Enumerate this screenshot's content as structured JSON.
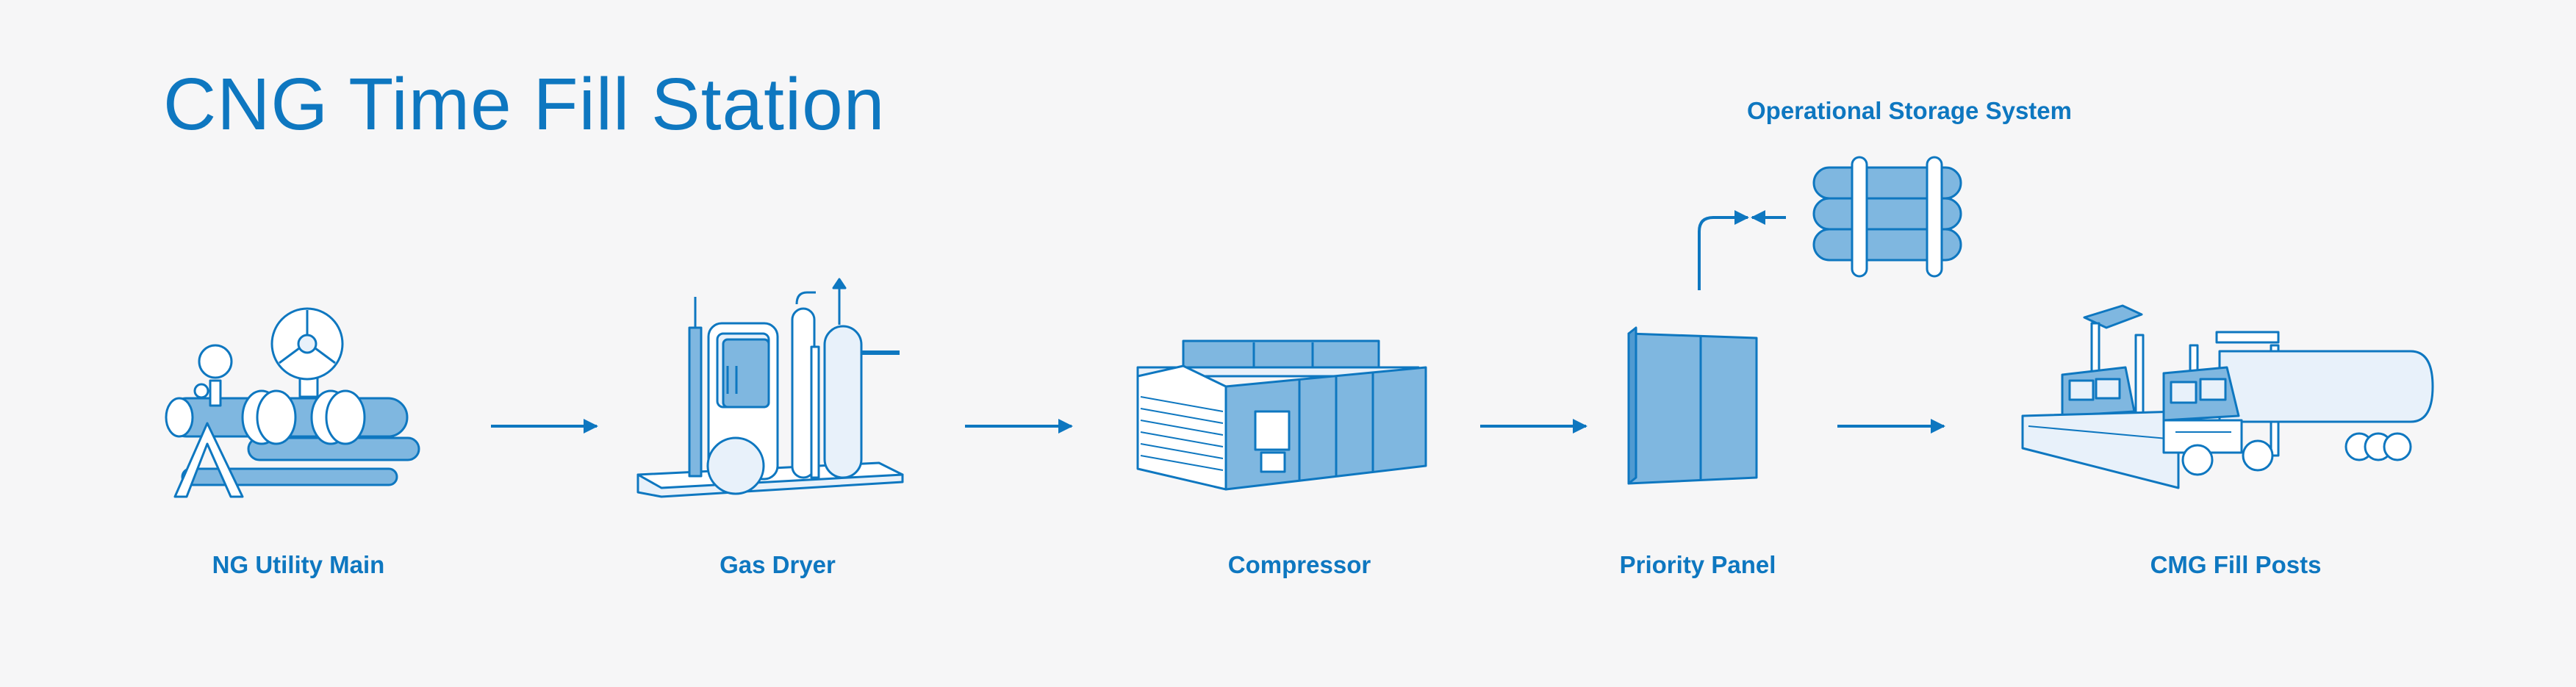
{
  "title": "CNG Time Fill Station",
  "stages": [
    {
      "label": "NG Utility Main",
      "icon": "pipeline-icon"
    },
    {
      "label": "Gas Dryer",
      "icon": "gas-dryer-icon"
    },
    {
      "label": "Compressor",
      "icon": "compressor-icon"
    },
    {
      "label": "Priority Panel",
      "icon": "priority-panel-icon"
    },
    {
      "label": "CMG Fill Posts",
      "icon": "fill-posts-trucks-icon"
    }
  ],
  "storage": {
    "label": "Operational Storage System",
    "icon": "storage-tanks-icon"
  },
  "colors": {
    "primary": "#0e77c0",
    "fill": "#7fb7e0",
    "light": "#e8f1fa",
    "background": "#f6f6f7"
  }
}
